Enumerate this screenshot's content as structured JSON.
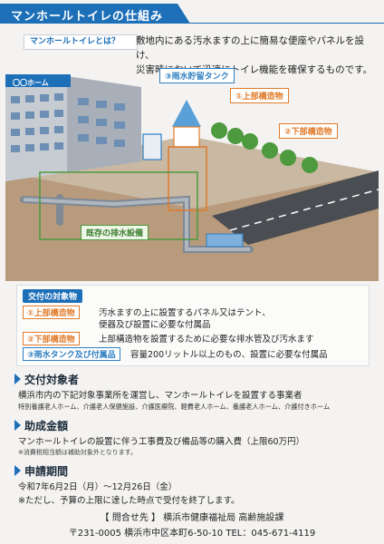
{
  "header": {
    "title": "マンホールトイレの仕組み"
  },
  "intro": {
    "question": "マンホールトイレとは？",
    "line1": "敷地内にある汚水ますの上に簡易な便座やパネルを設け、",
    "line2": "災害時において迅速にトイレ機能を確保するものです。"
  },
  "illustration": {
    "building_label": "〇〇ホーム",
    "rain_tank_label": "③雨水貯留タンク",
    "upper_label": "①上部構造物",
    "lower_label": "②下部構造物",
    "drain_label": "既存の排水設備"
  },
  "eligible_items": {
    "title": "交付の対象物",
    "items": [
      {
        "tag": "①上部構造物",
        "line1": "汚水ますの上に設置するパネル又はテント、",
        "line2": "便器及び設置に必要な付属品"
      },
      {
        "tag": "②下部構造物",
        "line1": "上部構造物を設置するために必要な排水管及び汚水ます"
      },
      {
        "tag": "③雨水タンク及び付属品",
        "line1": "容量200リットル以上のもの、設置に必要な付属品"
      }
    ]
  },
  "recipients": {
    "heading": "交付対象者",
    "line1": "横浜市内の下記対象事業所を運営し、マンホールトイレを設置する事業者",
    "line2": "特別養護老人ホーム、介護老人保健施設、介護医療院、軽費老人ホーム、養護老人ホーム、介護付きホーム"
  },
  "subsidy": {
    "heading": "助成金額",
    "line1": "マンホールトイレの設置に伴う工事費及び備品等の購入費（上限60万円）",
    "note": "※消費税相当額は補助対象外となります。"
  },
  "period": {
    "heading": "申請期間",
    "line1": "令和7年6月2日（月）～12月26日（金）",
    "line2": "※ただし、予算の上限に達した時点で受付を終了します。"
  },
  "contact": {
    "line1": "【 問合せ先 】 横浜市健康福祉局 高齢施設課",
    "line2": "〒231-0005  横浜市中区本町6-50-10   TEL：045-671-4119"
  },
  "colors": {
    "accent": "#1d6fb8",
    "orange": "#e07b2a",
    "green": "#4d9a3f"
  }
}
